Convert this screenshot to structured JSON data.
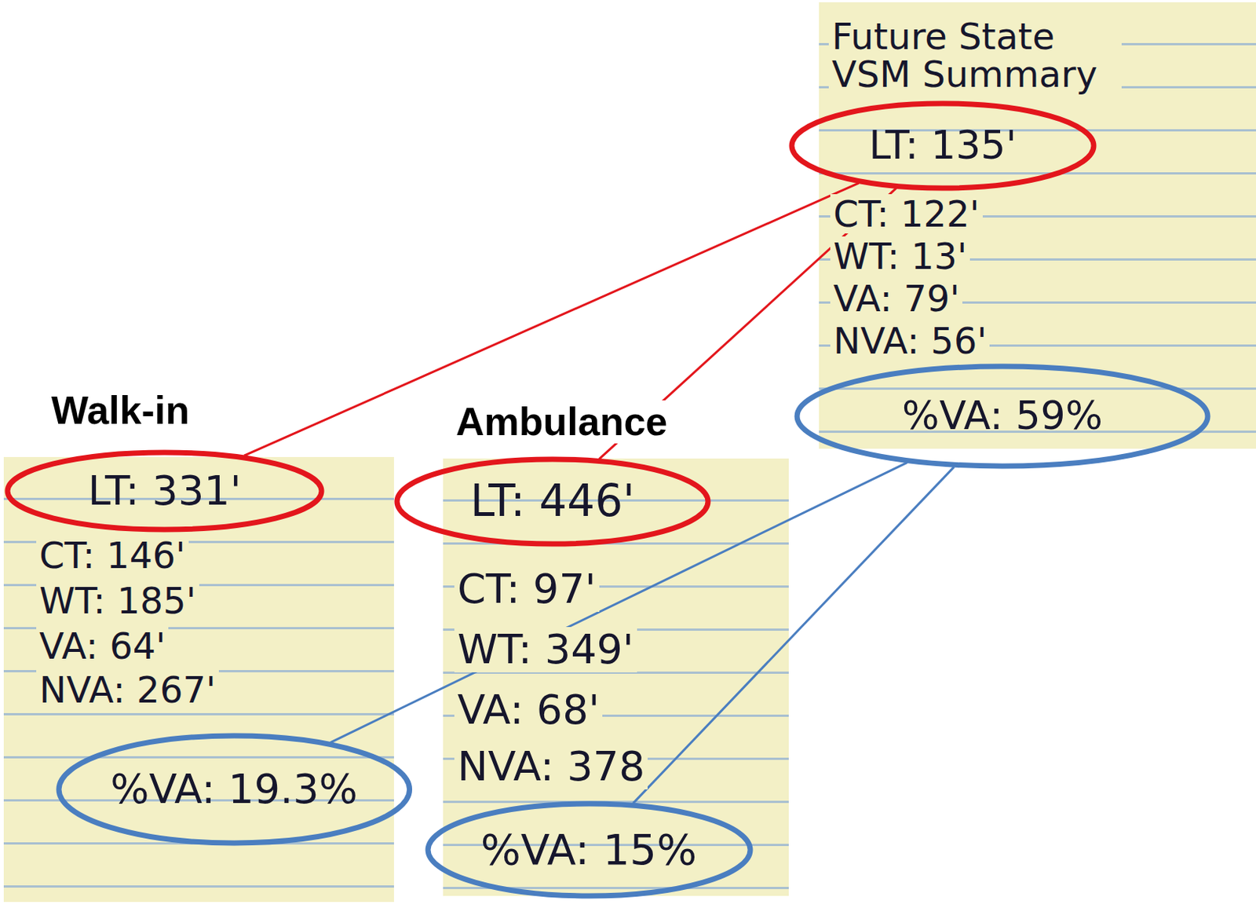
{
  "diagram": {
    "nodes": [
      {
        "text": [
          "Walk-in",
          "CT: 146'",
          "WT: 185'",
          "VA: 64'",
          "NVA: 267'"
        ]
      },
      {
        "text": [
          "LT: 331'"
        ],
        "in": 0
      },
      {
        "text": [
          "%VA: 19.3%"
        ],
        "in": 0
      },
      {
        "text": [
          "Ambulance",
          "CT: 97'",
          "WT: 349'",
          "VA: 68'",
          "NVA: 378"
        ]
      },
      {
        "text": [
          "LT: 446'"
        ],
        "in": 3
      },
      {
        "text": [
          "%VA: 15%"
        ],
        "in": 3
      },
      {
        "text": [
          "Future State VSM Summary",
          "CT: 122'",
          "WT: 13'",
          "VA: 79'",
          "NVA: 56'"
        ]
      },
      {
        "text": [
          "LT: 135'"
        ],
        "in": 6
      },
      {
        "text": [
          "%VA: 59%"
        ],
        "in": 6
      }
    ],
    "edges": [
      {
        "from": 7,
        "to": 1,
        "arrow": "none"
      },
      {
        "from": 7,
        "to": 4,
        "arrow": "none"
      },
      {
        "from": 8,
        "to": 2,
        "arrow": "none"
      },
      {
        "from": 8,
        "to": 5,
        "arrow": "none"
      }
    ]
  }
}
